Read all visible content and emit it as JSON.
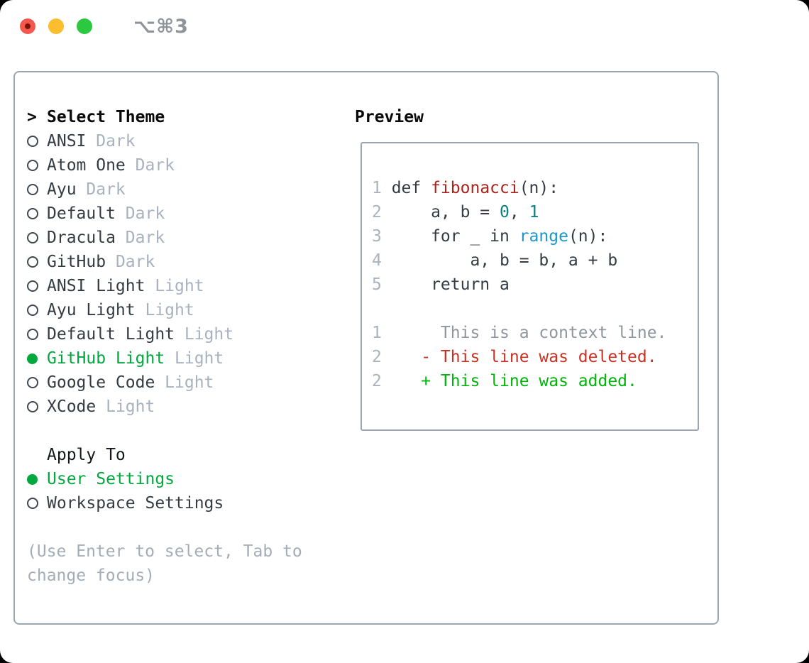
{
  "window": {
    "title_shortcut": "⌥⌘3"
  },
  "colors": {
    "light_red": "#f4574c",
    "light_red_dot": "#7c130a",
    "light_yellow": "#fcbd2e",
    "light_green": "#2bc840",
    "title_gray": "#8f949a",
    "border_gray": "#9ca6b0",
    "black_text": "#0a0a0a",
    "dark_text": "#343b42",
    "ring_gray": "#40474e",
    "green_ui": "#00a83e",
    "gray_variant": "#a8b2bf",
    "gray_hint": "#a4adb6",
    "gray_gutter": "#a9b2bd",
    "gray_context": "#8f969d",
    "red_function": "#ab231b",
    "teal_number": "#0d8080",
    "blue_builtin": "#1e96cc",
    "red_deleted": "#c53325",
    "green_added": "#00b40b"
  },
  "theme_picker": {
    "heading_prefix": ">",
    "heading": "Select Theme",
    "items": [
      {
        "name": "ANSI",
        "variant": "Dark",
        "selected": false
      },
      {
        "name": "Atom One",
        "variant": "Dark",
        "selected": false
      },
      {
        "name": "Ayu",
        "variant": "Dark",
        "selected": false
      },
      {
        "name": "Default",
        "variant": "Dark",
        "selected": false
      },
      {
        "name": "Dracula",
        "variant": "Dark",
        "selected": false
      },
      {
        "name": "GitHub",
        "variant": "Dark",
        "selected": false
      },
      {
        "name": "ANSI Light",
        "variant": "Light",
        "selected": false
      },
      {
        "name": "Ayu Light",
        "variant": "Light",
        "selected": false
      },
      {
        "name": "Default Light",
        "variant": "Light",
        "selected": false
      },
      {
        "name": "GitHub Light",
        "variant": "Light",
        "selected": true
      },
      {
        "name": "Google Code",
        "variant": "Light",
        "selected": false
      },
      {
        "name": "XCode",
        "variant": "Light",
        "selected": false
      }
    ]
  },
  "apply_to": {
    "heading": "Apply To",
    "options": [
      {
        "label": "User Settings",
        "selected": true
      },
      {
        "label": "Workspace Settings",
        "selected": false
      }
    ]
  },
  "hint": "(Use Enter to select, Tab to change focus)",
  "preview": {
    "heading": "Preview",
    "code_lines": [
      {
        "num": "1",
        "segments": [
          {
            "text": "def ",
            "style": "plain"
          },
          {
            "text": "fibonacci",
            "style": "function"
          },
          {
            "text": "(n):",
            "style": "plain"
          }
        ]
      },
      {
        "num": "2",
        "segments": [
          {
            "text": "    a, b = ",
            "style": "plain"
          },
          {
            "text": "0",
            "style": "number"
          },
          {
            "text": ", ",
            "style": "plain"
          },
          {
            "text": "1",
            "style": "number"
          }
        ]
      },
      {
        "num": "3",
        "segments": [
          {
            "text": "    for _ in ",
            "style": "plain"
          },
          {
            "text": "range",
            "style": "builtin"
          },
          {
            "text": "(n):",
            "style": "plain"
          }
        ]
      },
      {
        "num": "4",
        "segments": [
          {
            "text": "        a, b = b, a + b",
            "style": "plain"
          }
        ]
      },
      {
        "num": "5",
        "segments": [
          {
            "text": "    return a",
            "style": "plain"
          }
        ]
      },
      {
        "num": "",
        "segments": []
      },
      {
        "num": "1",
        "segments": [
          {
            "text": "     This is a context line.",
            "style": "context"
          }
        ]
      },
      {
        "num": "2",
        "segments": [
          {
            "text": "   - This line was deleted.",
            "style": "deleted"
          }
        ]
      },
      {
        "num": "2",
        "segments": [
          {
            "text": "   + This line was added.",
            "style": "added"
          }
        ]
      }
    ]
  }
}
